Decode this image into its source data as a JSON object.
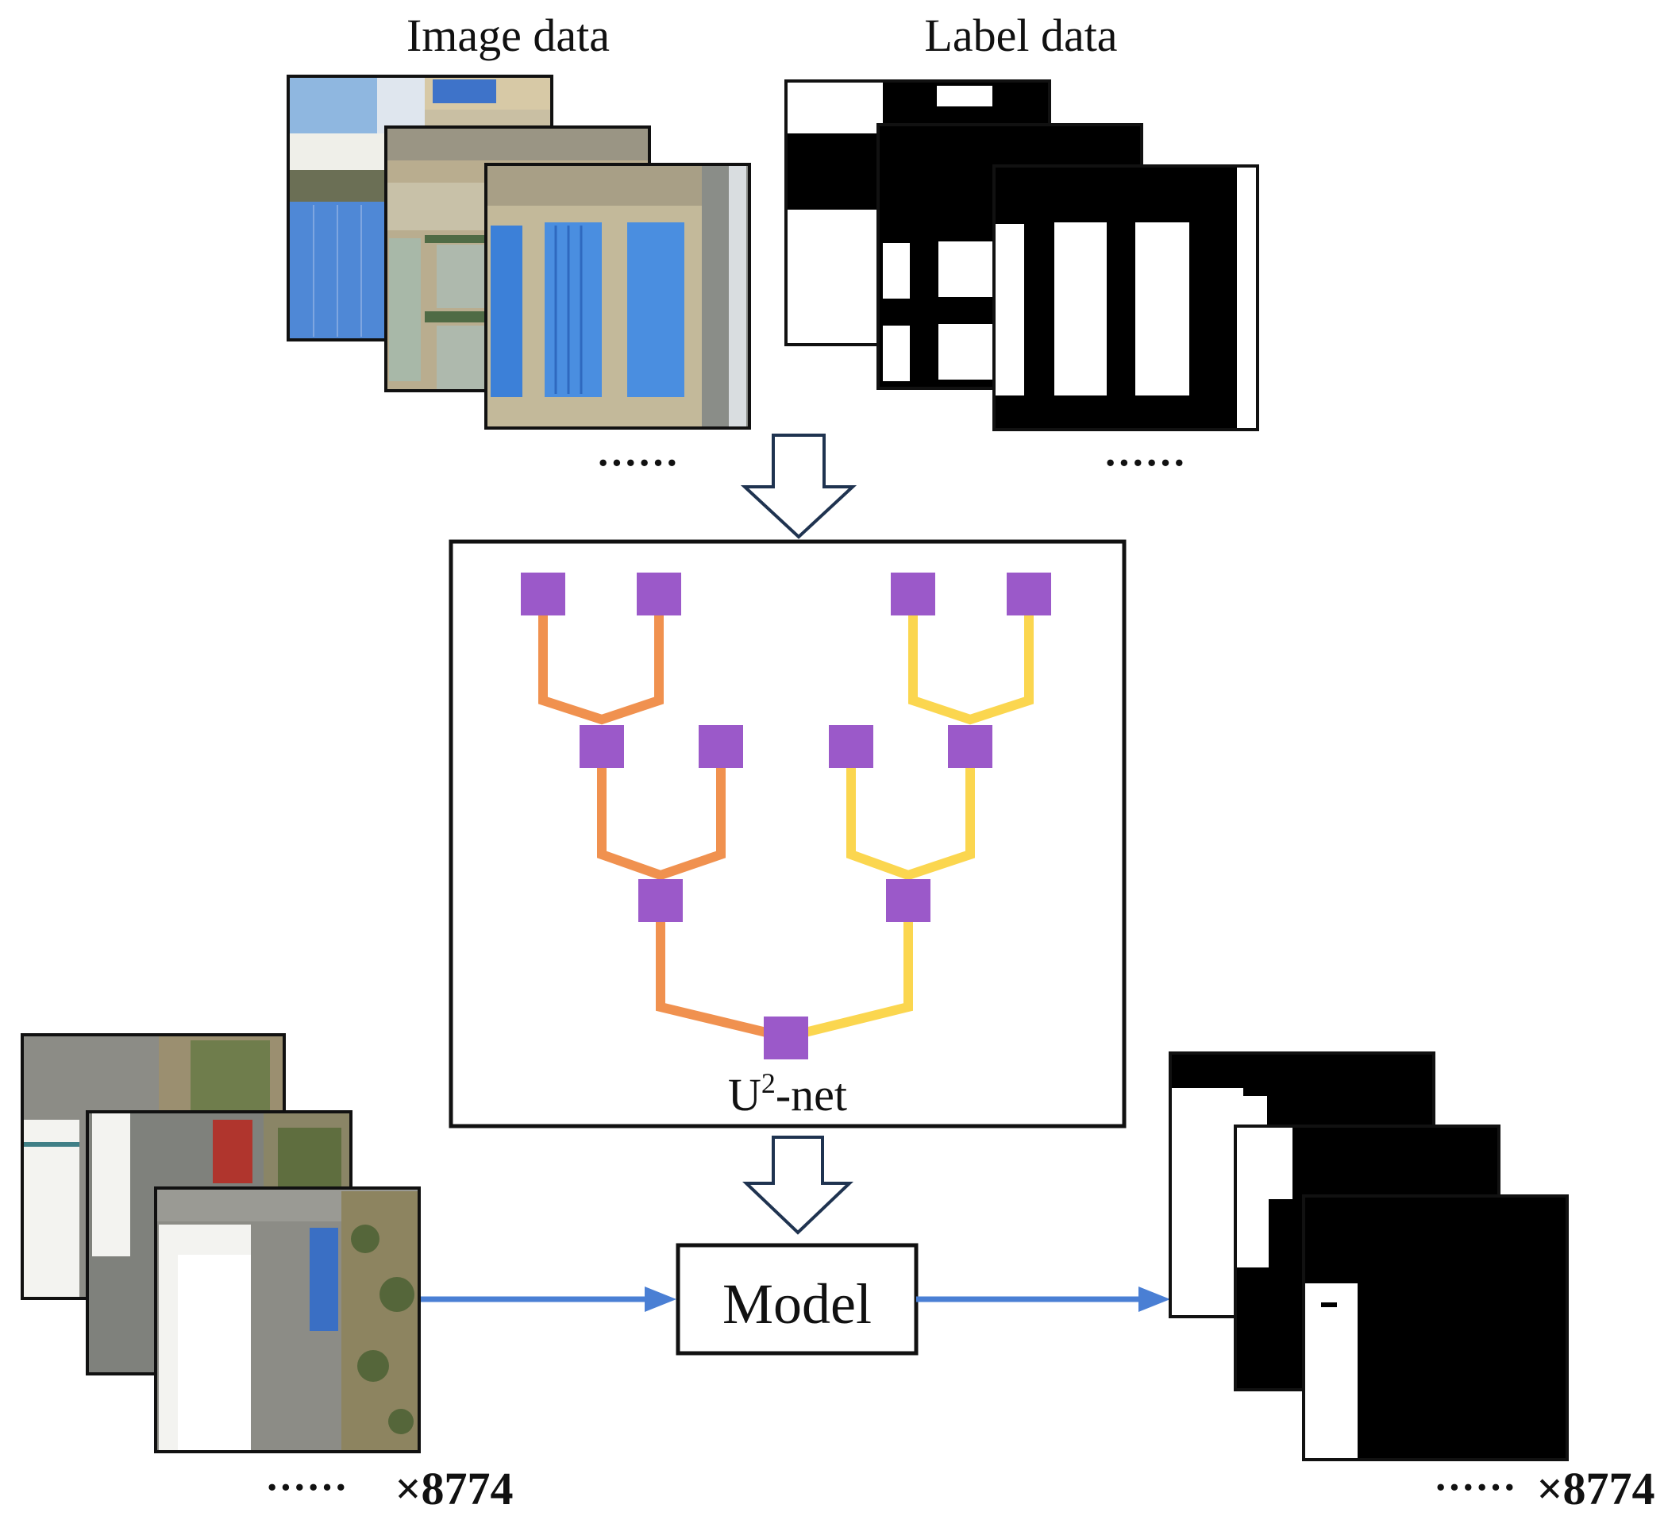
{
  "labels": {
    "image_data": "Image data",
    "label_data": "Label data",
    "ellipsis": "······",
    "network_base": "U",
    "network_sup": "2",
    "network_suffix": "-net",
    "model": "Model",
    "count": "×8774"
  },
  "colors": {
    "node": "#9b59c9",
    "encoder_branch": "#f0914f",
    "decoder_branch": "#fbd64f",
    "flow_arrow": "#4a7fd4",
    "outline": "#111111",
    "arrow_outline": "#1f3350",
    "sky": "#7aa6d8",
    "roof": "#4f8ddc",
    "ground": "#c3b99a",
    "vegetation": "#6f7d4c",
    "building_white": "#f3f3f0",
    "pavement": "#8c8c86"
  },
  "icons": {
    "down_arrow": "hollow-down-arrow-icon",
    "right_arrow": "right-arrow-icon"
  }
}
